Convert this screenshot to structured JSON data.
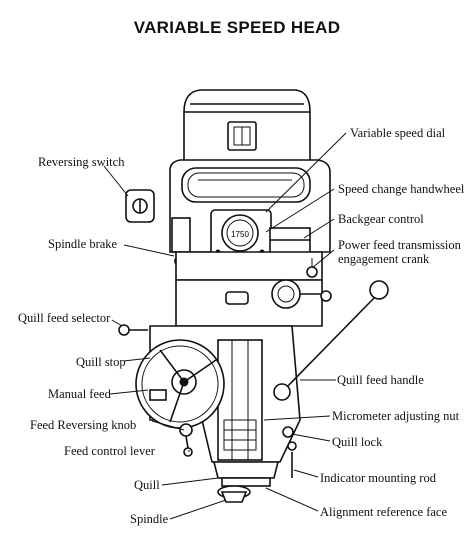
{
  "title": "VARIABLE SPEED HEAD",
  "labels": {
    "variable_speed_dial": "Variable speed dial",
    "reversing_switch": "Reversing switch",
    "speed_change_handwheel": "Speed change handwheel",
    "backgear_control": "Backgear control",
    "spindle_brake": "Spindle brake",
    "power_feed_line1": "Power feed transmission",
    "power_feed_line2": "engagement crank",
    "quill_feed_selector": "Quill feed selector",
    "quill_stop": "Quill stop",
    "quill_feed_handle": "Quill feed handle",
    "manual_feed": "Manual feed",
    "micrometer_adjusting_nut": "Micrometer adjusting nut",
    "feed_reversing_knob": "Feed Reversing knob",
    "quill_lock": "Quill lock",
    "feed_control_lever": "Feed control lever",
    "indicator_mounting_rod": "Indicator mounting rod",
    "quill": "Quill",
    "alignment_reference_face": "Alignment reference face",
    "spindle": "Spindle"
  },
  "dial_text": "1750"
}
